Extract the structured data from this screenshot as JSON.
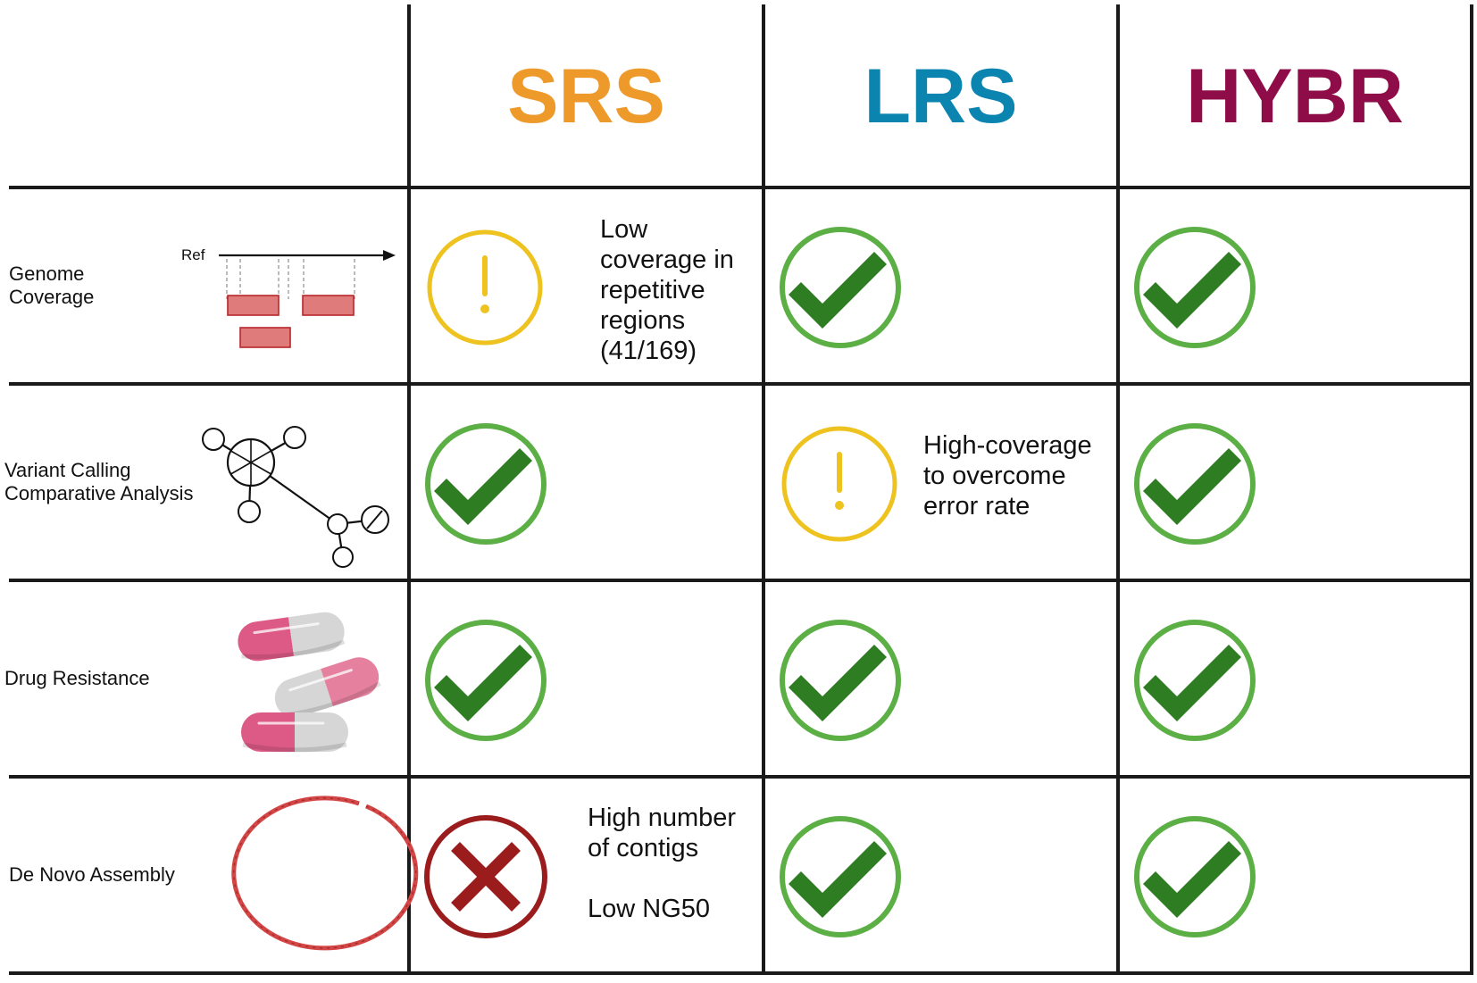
{
  "columns": [
    {
      "id": "srs",
      "label": "SRS",
      "color": "#EE9A2B"
    },
    {
      "id": "lrs",
      "label": "LRS",
      "color": "#0B84B0"
    },
    {
      "id": "hybr",
      "label": "HYBR",
      "color": "#8E0C48"
    }
  ],
  "rows": [
    {
      "id": "genome-coverage",
      "label_lines": [
        "Genome",
        "Coverage"
      ],
      "icon_label": "Ref",
      "cells": [
        {
          "status": "warning",
          "note_lines": [
            "Low",
            "coverage in",
            "repetitive",
            "regions",
            "(41/169)"
          ]
        },
        {
          "status": "check",
          "note_lines": []
        },
        {
          "status": "check",
          "note_lines": []
        }
      ]
    },
    {
      "id": "variant-calling",
      "label_lines": [
        "Variant Calling",
        "Comparative Analysis"
      ],
      "cells": [
        {
          "status": "check",
          "note_lines": []
        },
        {
          "status": "warning",
          "note_lines": [
            "High-coverage",
            "to overcome",
            "error rate"
          ]
        },
        {
          "status": "check",
          "note_lines": []
        }
      ]
    },
    {
      "id": "drug-resistance",
      "label_lines": [
        "Drug Resistance"
      ],
      "cells": [
        {
          "status": "check",
          "note_lines": []
        },
        {
          "status": "check",
          "note_lines": []
        },
        {
          "status": "check",
          "note_lines": []
        }
      ]
    },
    {
      "id": "de-novo-assembly",
      "label_lines": [
        "De Novo Assembly"
      ],
      "cells": [
        {
          "status": "cross",
          "note_lines": [
            "High number",
            "of contigs",
            "",
            "Low NG50"
          ]
        },
        {
          "status": "check",
          "note_lines": []
        },
        {
          "status": "check",
          "note_lines": []
        }
      ]
    }
  ],
  "colors": {
    "grid": "#1a1a1a",
    "check_ring": "#5BAF45",
    "check_mark": "#2F7D22",
    "warning": "#EEC21F",
    "cross": "#9B1C1C",
    "coverage_read": "#E07B7B",
    "coverage_read_edge": "#B8272C",
    "pill_pink": "#DD5A86",
    "pill_gray": "#D6D6D6",
    "plasmid": "#D44545"
  },
  "icons": {
    "genome-coverage": "read-alignment-icon",
    "variant-calling": "phylogenetic-network-icon",
    "drug-resistance": "pills-icon",
    "de-novo-assembly": "plasmid-ring-icon",
    "check": "check-circle-icon",
    "warning": "warning-circle-icon",
    "cross": "cross-circle-icon"
  }
}
